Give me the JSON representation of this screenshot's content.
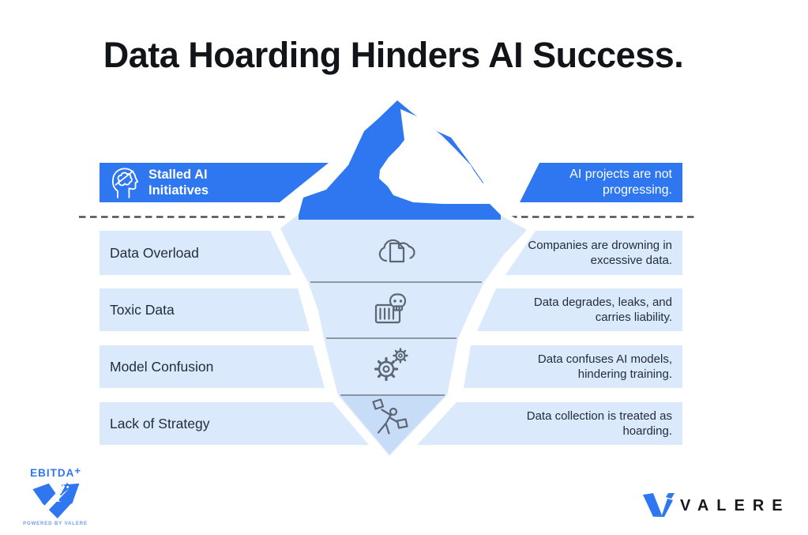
{
  "title": "Data Hoarding Hinders AI Success.",
  "waterline_row": {
    "icon": "head-brain-crossed-icon",
    "label": "Stalled AI Initiatives",
    "description": "AI projects are not progressing."
  },
  "underwater_rows": [
    {
      "icon": "cloud-document-icon",
      "label": "Data Overload",
      "description": "Companies are drowning in excessive data."
    },
    {
      "icon": "skull-crate-icon",
      "label": "Toxic Data",
      "description": "Data degrades, leaks, and carries liability."
    },
    {
      "icon": "gears-icon",
      "label": "Model Confusion",
      "description": "Data confuses AI models, hindering training."
    },
    {
      "icon": "figure-carrying-boxes-icon",
      "label": "Lack of Strategy",
      "description": "Data collection is treated as hoarding."
    }
  ],
  "footer": {
    "ebitda": {
      "name": "EBITDA",
      "plus": "+",
      "powered_by": "POWERED BY VALERE"
    },
    "valere": {
      "name": "VALERE"
    }
  },
  "colors": {
    "accent_blue": "#2e77f0",
    "light_blue": "#dbe9fc",
    "deep_light_blue": "#c7ddf7",
    "text_dark": "#232d3c",
    "icon_stroke": "#5d6673",
    "waterline_dash": "#4b5057"
  }
}
